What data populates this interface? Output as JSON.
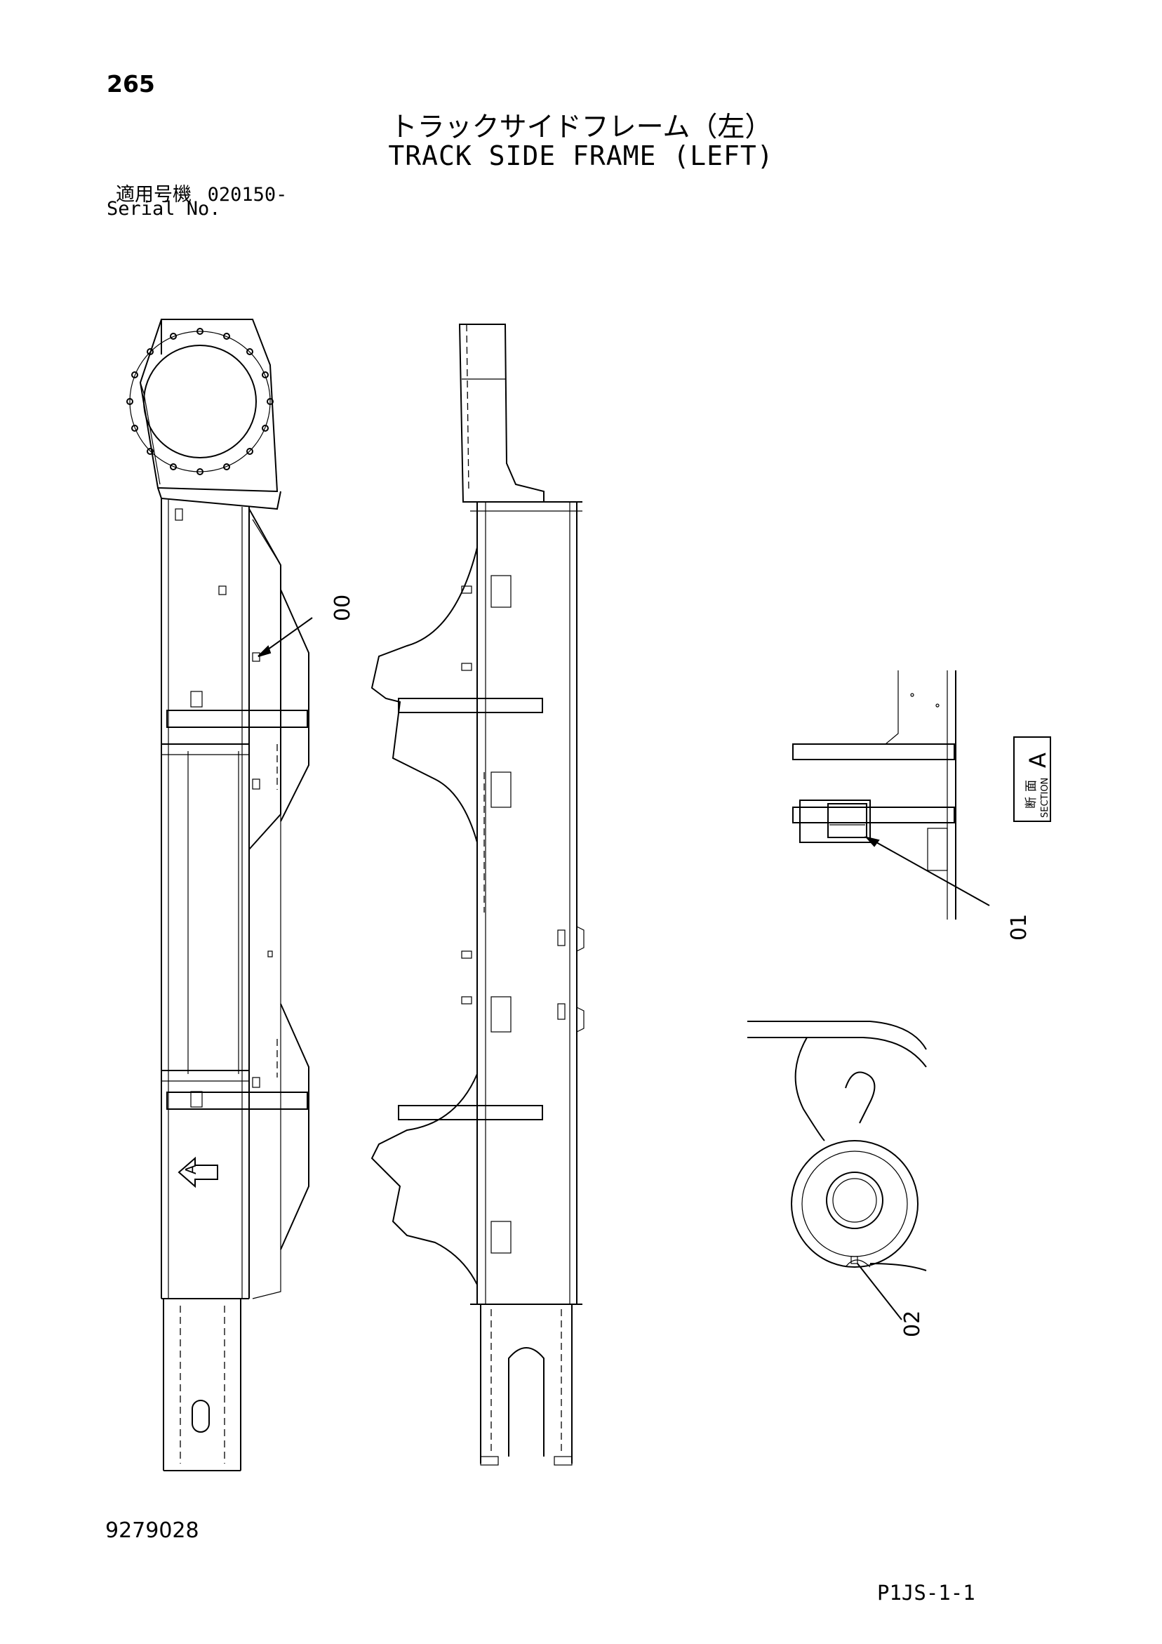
{
  "header": {
    "page_number": "265",
    "title_jp": "トラックサイドフレーム（左）",
    "title_en": "TRACK SIDE FRAME (LEFT)",
    "serial_label_jp": "適用号機",
    "serial_value": "020150-",
    "serial_label_en": "Serial No."
  },
  "callouts": {
    "part_00": "00",
    "part_01": "01",
    "part_02": "02"
  },
  "section_box": {
    "kanji_1": "断",
    "kanji_2": "面",
    "section_word": "SECTION",
    "letter": "A"
  },
  "view_marker": {
    "letter": "A"
  },
  "footer": {
    "doc_number": "9279028",
    "page_code": "P1JS-1-1"
  }
}
